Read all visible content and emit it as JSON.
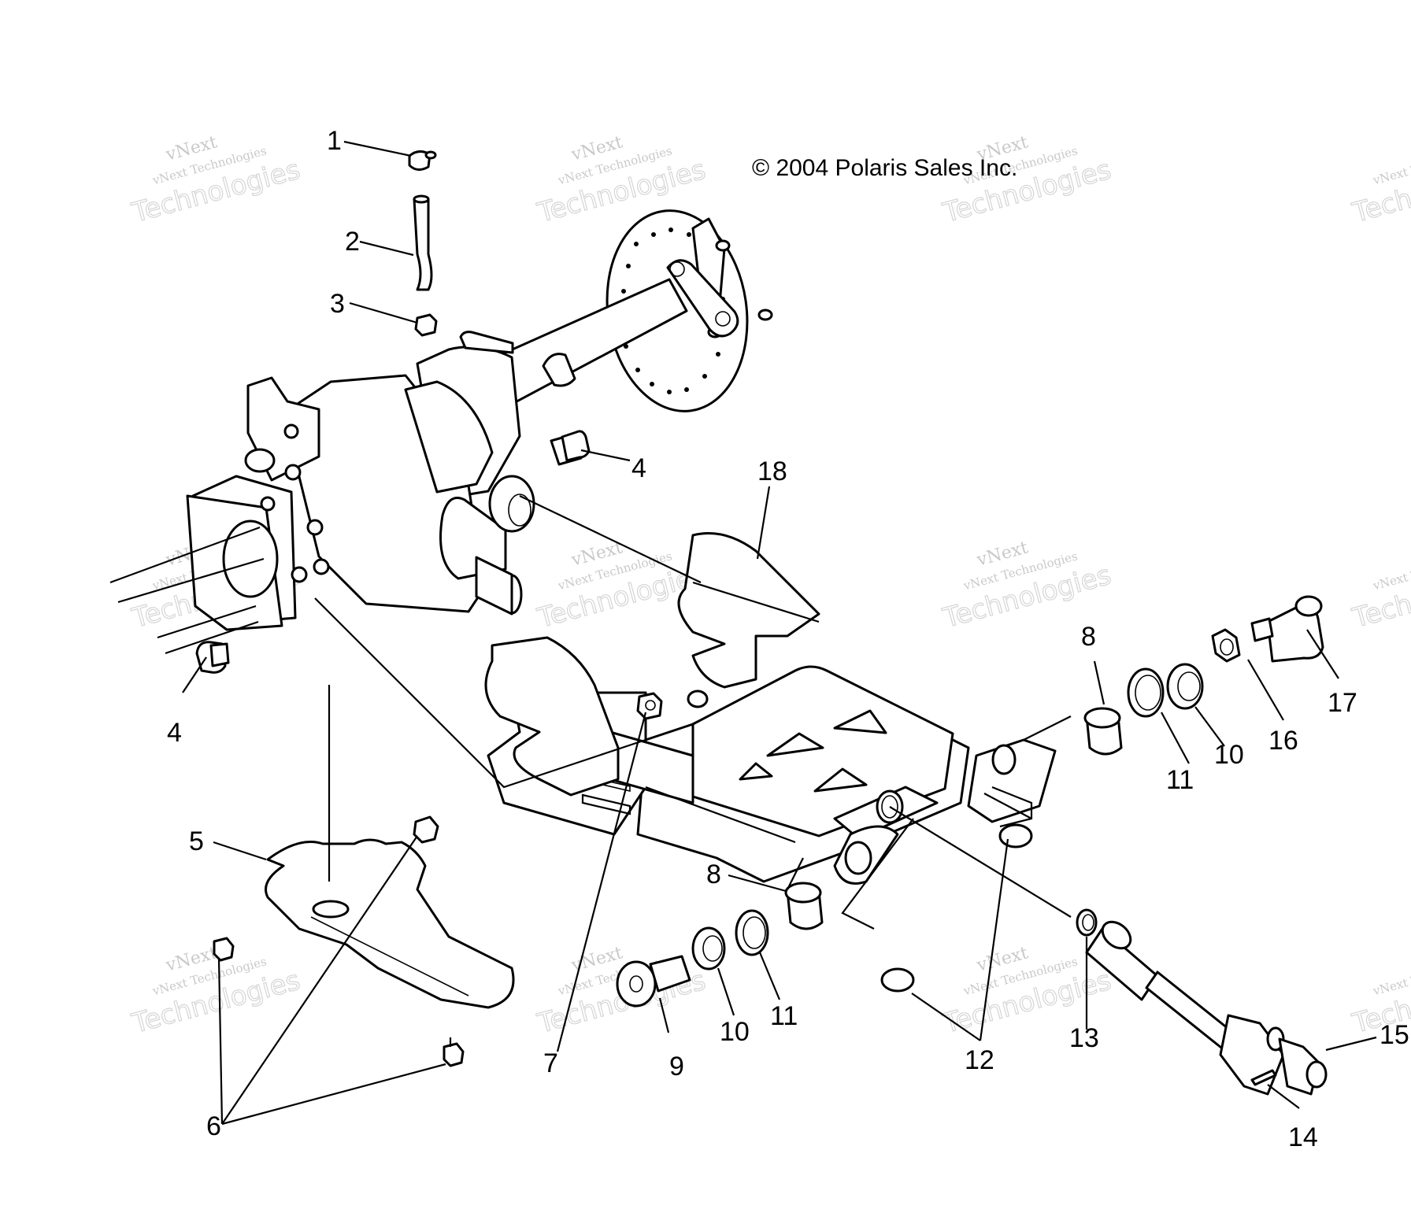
{
  "copyright": "© 2004 Polaris Sales Inc.",
  "watermark": {
    "line1": "vNext",
    "line2": "vNext Technologies",
    "line3": "Technologies"
  },
  "callouts": [
    {
      "id": "c1",
      "label": "1"
    },
    {
      "id": "c2",
      "label": "2"
    },
    {
      "id": "c3",
      "label": "3"
    },
    {
      "id": "c4a",
      "label": "4"
    },
    {
      "id": "c4b",
      "label": "4"
    },
    {
      "id": "c5",
      "label": "5"
    },
    {
      "id": "c6",
      "label": "6"
    },
    {
      "id": "c7",
      "label": "7"
    },
    {
      "id": "c8a",
      "label": "8"
    },
    {
      "id": "c8b",
      "label": "8"
    },
    {
      "id": "c9",
      "label": "9"
    },
    {
      "id": "c10a",
      "label": "10"
    },
    {
      "id": "c10b",
      "label": "10"
    },
    {
      "id": "c11a",
      "label": "11"
    },
    {
      "id": "c11b",
      "label": "11"
    },
    {
      "id": "c12",
      "label": "12"
    },
    {
      "id": "c13",
      "label": "13"
    },
    {
      "id": "c14",
      "label": "14"
    },
    {
      "id": "c15",
      "label": "15"
    },
    {
      "id": "c16",
      "label": "16"
    },
    {
      "id": "c17",
      "label": "17"
    },
    {
      "id": "c18",
      "label": "18"
    }
  ]
}
